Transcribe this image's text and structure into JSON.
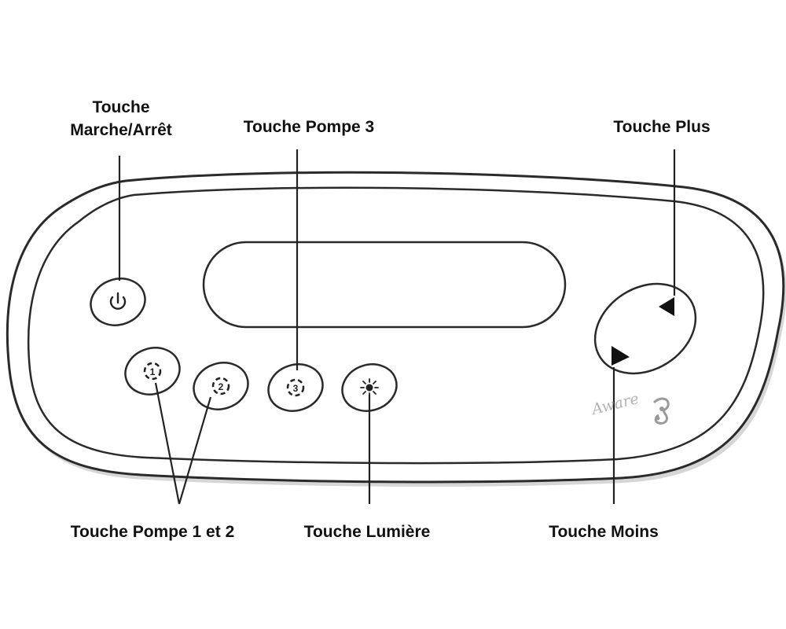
{
  "labels": {
    "power_line1": "Touche",
    "power_line2": "Marche/Arrêt",
    "pump3": "Touche Pompe 3",
    "plus": "Touche Plus",
    "pump12": "Touche Pompe 1 et 2",
    "light": "Touche Lumière",
    "minus": "Touche Moins"
  },
  "buttons": {
    "pump1_glyph": "1",
    "pump2_glyph": "2",
    "pump3_glyph": "3"
  },
  "brand": {
    "name": "Aware"
  },
  "icons": [
    "power-icon",
    "pump-1-icon",
    "pump-2-icon",
    "pump-3-icon",
    "light-icon",
    "plus-arrow-icon",
    "minus-arrow-icon"
  ],
  "colors": {
    "outline": "#2a2a2a",
    "text": "#111111",
    "panel_fill": "#ffffff",
    "shadow": "#cfcfcf",
    "brand": "#b4b4b4"
  }
}
